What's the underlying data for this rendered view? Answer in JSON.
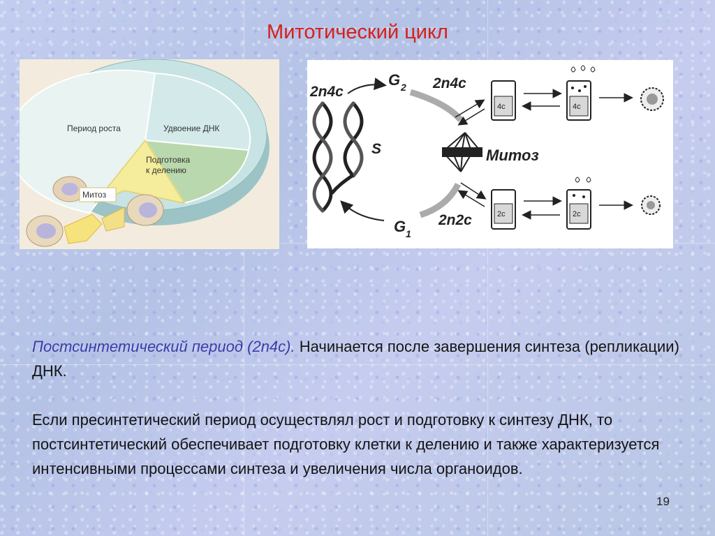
{
  "slide": {
    "title": "Митотический цикл",
    "page_number": "19"
  },
  "pie_diagram": {
    "labels": {
      "growth": "Период роста",
      "dna_doubling": "Удвоение ДНК",
      "preparation_line1": "Подготовка",
      "preparation_line2": "к делению",
      "mitosis": "Митоз"
    }
  },
  "cycle_diagram": {
    "labels": {
      "g2": "G",
      "g2_sub": "2",
      "g1": "G",
      "g1_sub": "1",
      "s": "S",
      "top_left_ploidy": "2n4c",
      "top_right_ploidy": "2n4c",
      "bottom_ploidy": "2n2c",
      "mitosis": "Митоз",
      "box_4c_a": "4c",
      "box_4c_b": "4c",
      "box_2c_a": "2c",
      "box_2c_b": "2c"
    }
  },
  "body": {
    "paragraph1_lead": "Постсинтетический период (2n4c).",
    "paragraph1_rest": " Начинается после завершения синтеза (репликации) ДНК.",
    "paragraph2": "Если пресинтетический период осуществлял рост и подготовку к синтезу ДНК, то постсинтетический обеспечивает подготовку клетки к делению и также характеризуется интенсивными процессами синтеза и увеличения числа органоидов."
  }
}
